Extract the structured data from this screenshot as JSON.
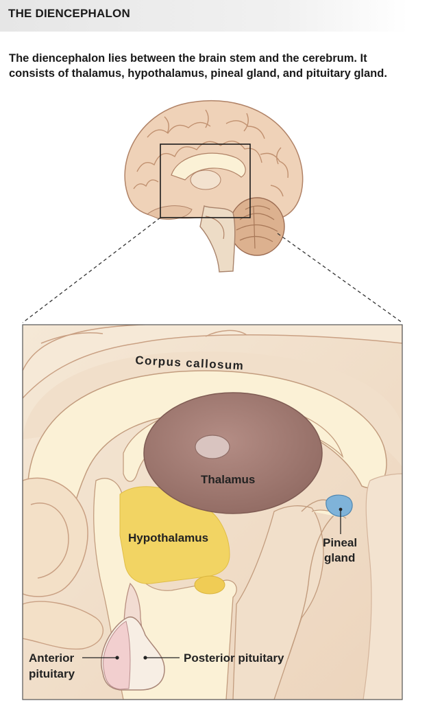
{
  "header": {
    "title": "THE DIENCEPHALON"
  },
  "intro": {
    "line1": "The diencephalon lies between the brain stem and the cerebrum. It",
    "line2": "consists of thalamus, hypothalamus, pineal gland, and pituitary gland."
  },
  "diagram": {
    "labels": {
      "corpus_callosum": "Corpus callosum",
      "thalamus": "Thalamus",
      "hypothalamus": "Hypothalamus",
      "pineal_line1": "Pineal",
      "pineal_line2": "gland",
      "anterior_line1": "Anterior",
      "anterior_line2": "pituitary",
      "posterior_pituitary": "Posterior pituitary"
    },
    "colors": {
      "brain_tissue": "#f3e3cf",
      "brain_gyri_line": "#b07f63",
      "thalamus": "#a07b74",
      "hypothalamus": "#f1d35b",
      "pineal_gland": "#7fb3d9",
      "white_matter": "#fbf1d6",
      "pituitary_anterior": "#f2cfcf"
    }
  }
}
